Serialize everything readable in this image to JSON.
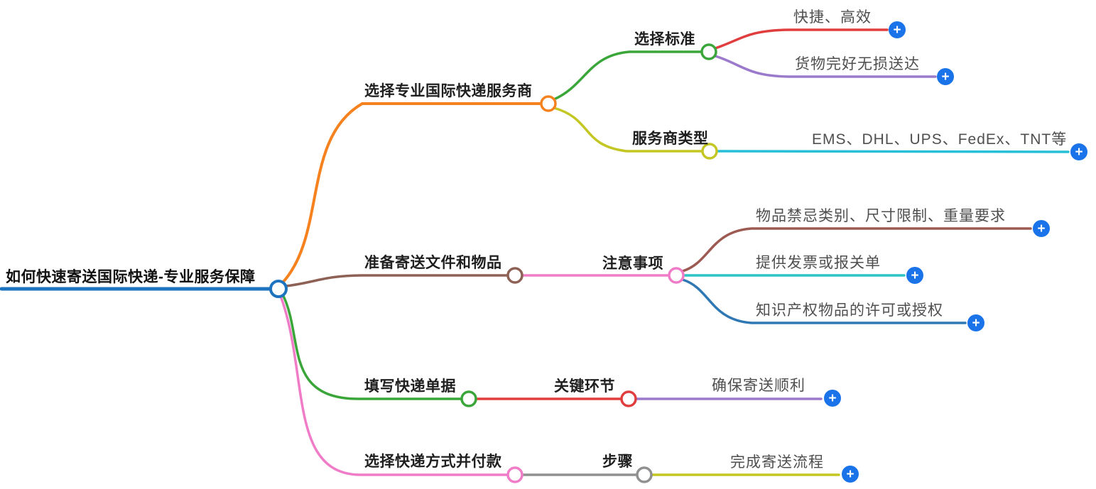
{
  "icons": {
    "plus": "+"
  },
  "colors": {
    "root_blue": "#1e73be",
    "orange": "#f5821f",
    "green": "#3aa63a",
    "red": "#e03e3e",
    "purple": "#9b79cb",
    "yellow": "#c4c723",
    "cyan": "#27c0d8",
    "brown": "#8d6155",
    "pink": "#f07cc8",
    "brown2": "#9d5a52",
    "cyan2": "#2cc4c4",
    "blue2": "#2f78b3",
    "gray": "#909090",
    "plus_blue": "#1a73e8"
  },
  "nodes": {
    "root": {
      "label": "如何快速寄送国际快递-专业服务保障"
    },
    "b1": {
      "label": "选择专业国际快递服务商"
    },
    "b1_1": {
      "label": "选择标准"
    },
    "b1_1_1": {
      "label": "快捷、高效"
    },
    "b1_1_2": {
      "label": "货物完好无损送达"
    },
    "b1_2": {
      "label": "服务商类型"
    },
    "b1_2_1": {
      "label": "EMS、DHL、UPS、FedEx、TNT等"
    },
    "b2": {
      "label": "准备寄送文件和物品"
    },
    "b2_1": {
      "label": "注意事项"
    },
    "b2_1_1": {
      "label": "物品禁忌类别、尺寸限制、重量要求"
    },
    "b2_1_2": {
      "label": "提供发票或报关单"
    },
    "b2_1_3": {
      "label": "知识产权物品的许可或授权"
    },
    "b3": {
      "label": "填写快递单据"
    },
    "b3_1": {
      "label": "关键环节"
    },
    "b3_1_1": {
      "label": "确保寄送顺利"
    },
    "b4": {
      "label": "选择快递方式并付款"
    },
    "b4_1": {
      "label": "步骤"
    },
    "b4_1_1": {
      "label": "完成寄送流程"
    }
  }
}
